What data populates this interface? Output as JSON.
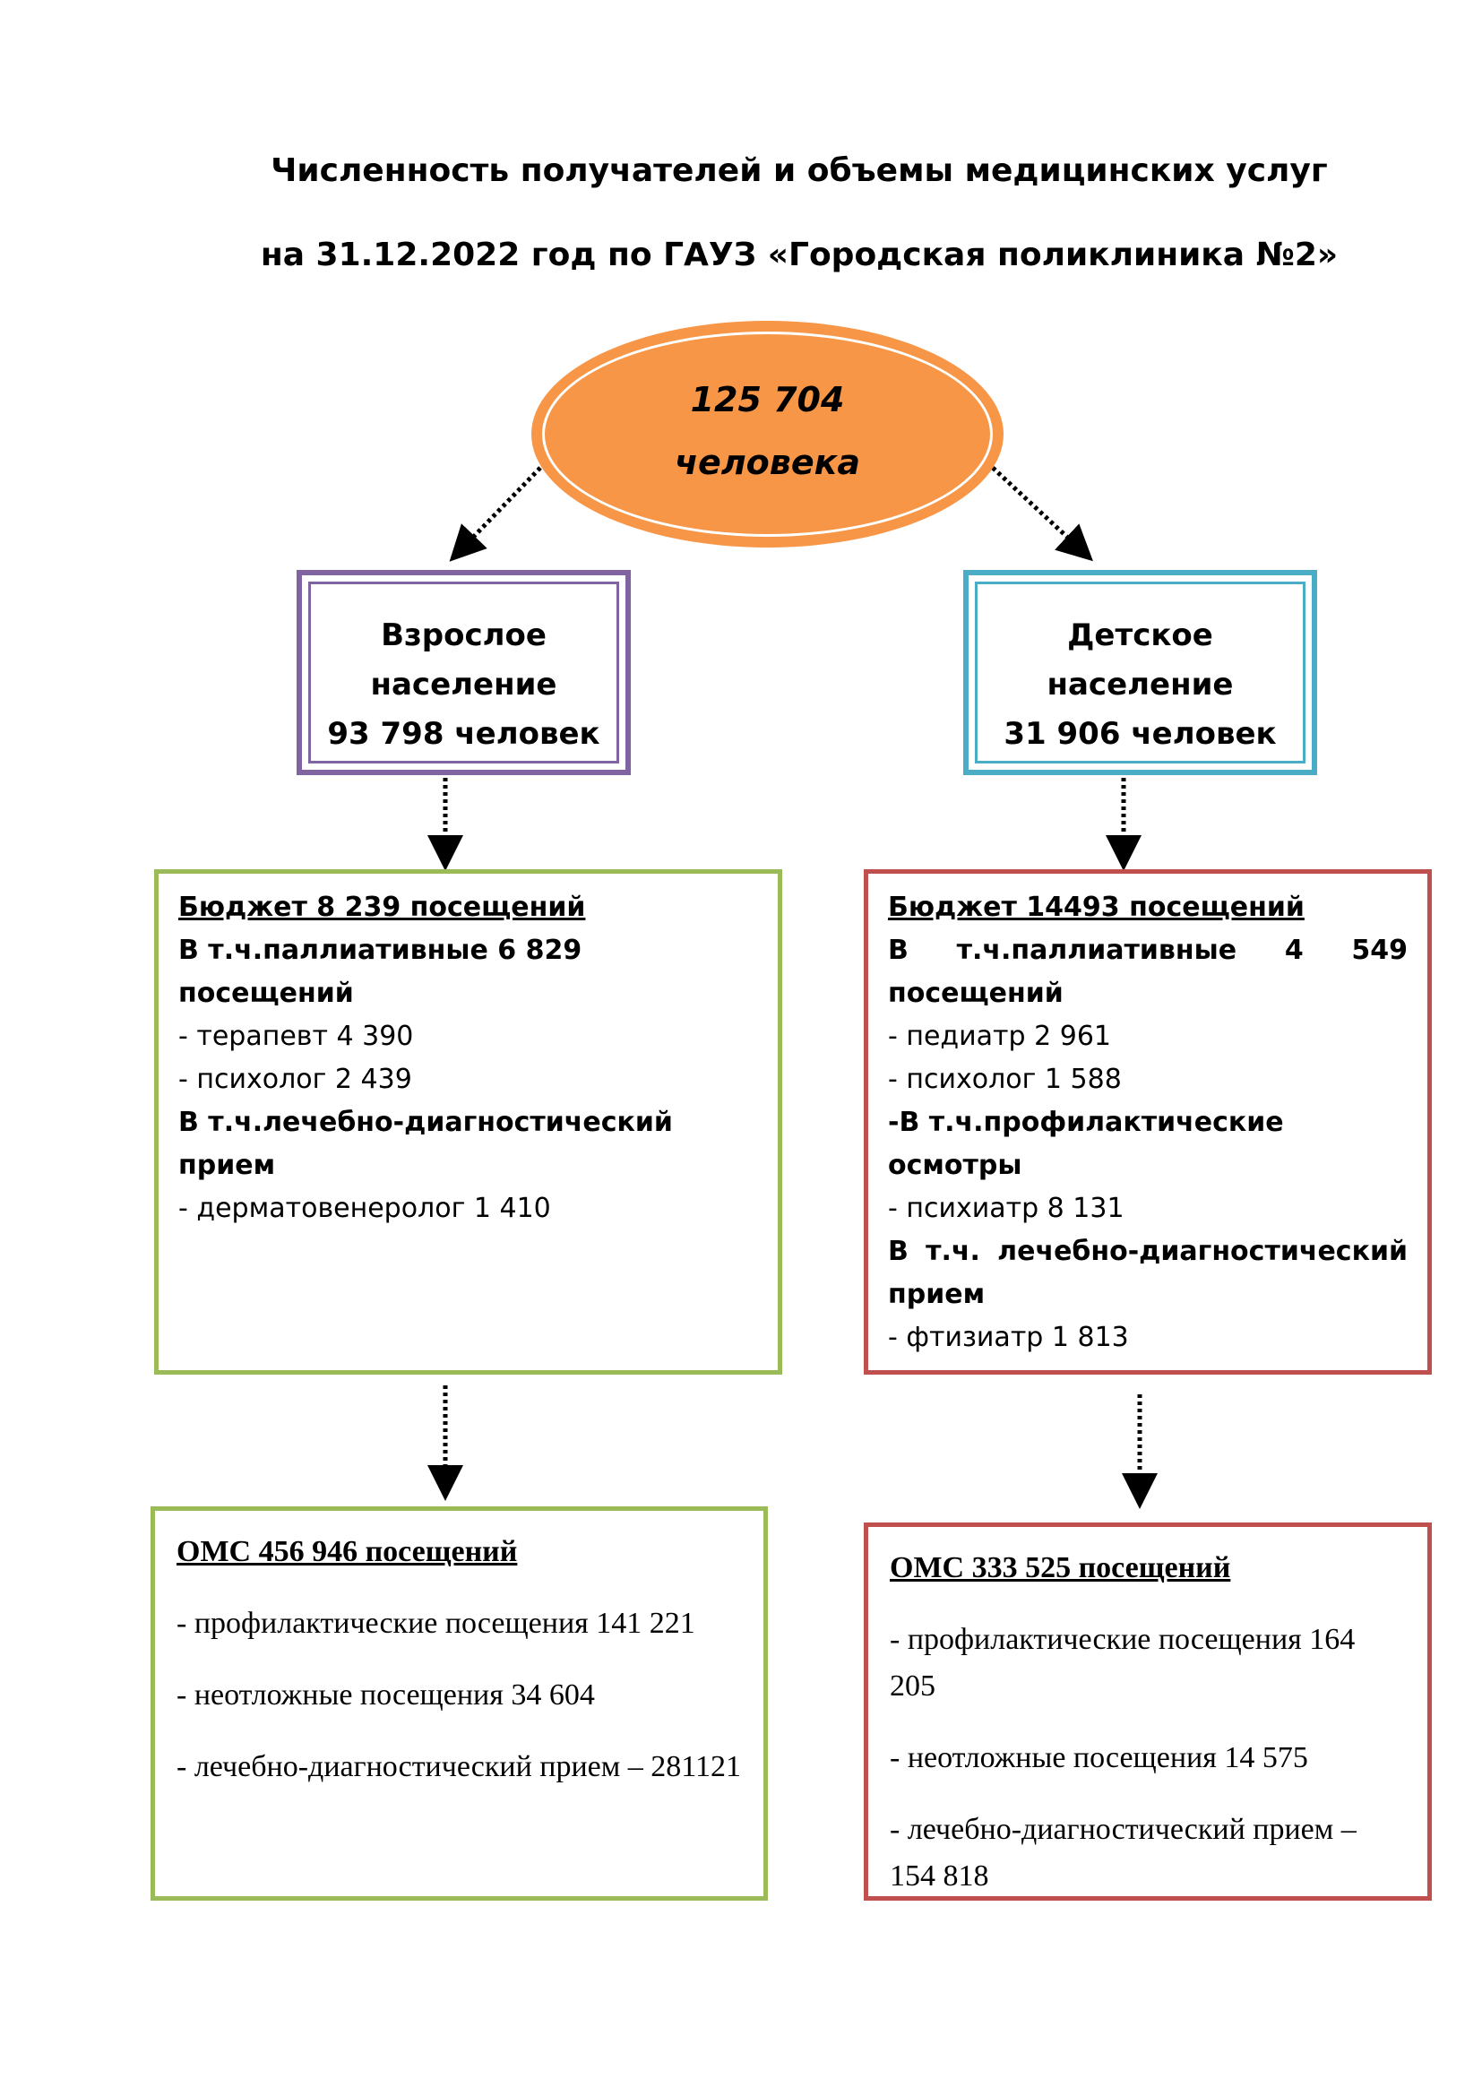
{
  "title": {
    "line1": "Численность получателей  и объемы медицинских услуг",
    "line2": "на 31.12.2022 год по ГАУЗ «Городская поликлиника №2»"
  },
  "total": {
    "number": "125 704",
    "unit": "человека"
  },
  "adult": {
    "line1": "Взрослое",
    "line2": "население",
    "line3": "93 798 человек",
    "budget": {
      "title": "Бюджет 8 239 посещений",
      "lines": [
        "В т.ч.паллиативные  6 829 посещений",
        "- терапевт 4 390",
        "- психолог 2 439",
        "В т.ч.лечебно-диагностический",
        "прием",
        "- дерматовенеролог 1 410"
      ]
    },
    "oms": {
      "title": "ОМС 456 946 посещений",
      "items": [
        "- профилактические посещения 141 221",
        "- неотложные посещения 34 604",
        "- лечебно-диагностический прием – 281121"
      ]
    }
  },
  "child": {
    "line1": "Детское",
    "line2": "население",
    "line3": "31 906 человек",
    "budget": {
      "title": "Бюджет 14493 посещений",
      "palliative": {
        "w1": "В",
        "w2": "т.ч.паллиативные",
        "w3": "4",
        "w4": "549",
        "cont": "посещений"
      },
      "lines": [
        "- педиатр 2 961",
        "- психолог 1 588",
        "-В т.ч.профилактические осмотры",
        "- психиатр 8 131"
      ],
      "diag": {
        "w1": "В",
        "w2": "т.ч.",
        "w3": "лечебно-диагностический",
        "cont": "прием"
      },
      "last": "- фтизиатр 1 813"
    },
    "oms": {
      "title": "ОМС 333 525 посещений",
      "items": [
        "- профилактические посещения 164 205",
        "- неотложные посещения 14 575",
        "- лечебно-диагностический прием – 154 818"
      ]
    }
  },
  "colors": {
    "ellipse": "#f79646",
    "adult_border": "#8064a2",
    "child_border": "#4bacc6",
    "adult_boxes": "#9bbb59",
    "child_boxes": "#c0504d"
  }
}
